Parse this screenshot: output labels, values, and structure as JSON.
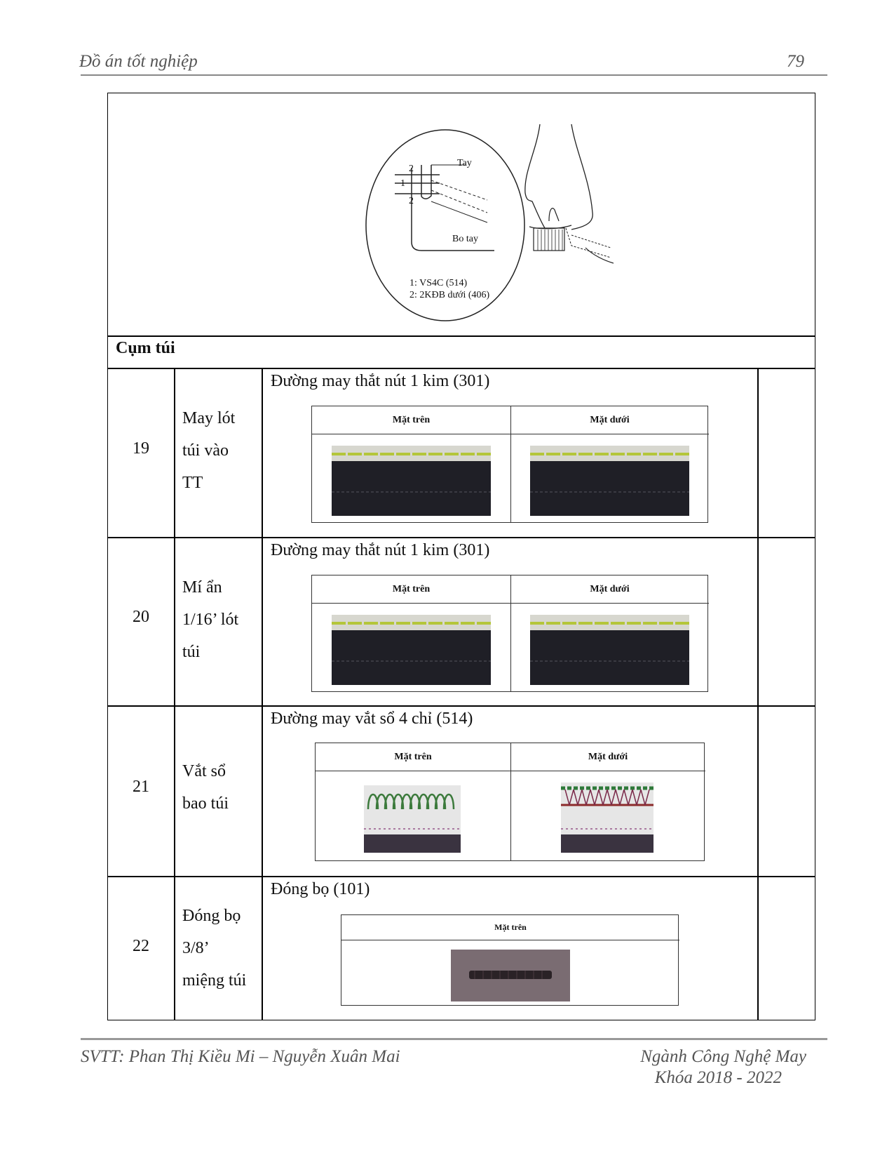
{
  "header": {
    "title": "Đồ án tốt nghiệp",
    "page_number": "79"
  },
  "diagram": {
    "label_tay": "Tay",
    "label_bo_tay": "Bo tay",
    "marks": [
      "2",
      "1",
      "2"
    ],
    "legend_1": "1: VS4C (514)",
    "legend_2": "2: 2KĐB dưới (406)"
  },
  "section_title": "Cụm túi",
  "rows": [
    {
      "num": "19",
      "name_lines": [
        "May lót",
        "túi vào",
        "TT"
      ],
      "stitch": "Đường may thắt nút 1 kim (301)",
      "col1": "Mặt trên",
      "col2": "Mặt dưới"
    },
    {
      "num": "20",
      "name_lines": [
        "Mí ẩn",
        "1/16’ lót",
        "túi"
      ],
      "stitch": "Đường may thắt nút 1 kim (301)",
      "col1": "Mặt trên",
      "col2": "Mặt dưới"
    },
    {
      "num": "21",
      "name_lines": [
        "Vắt sổ",
        "bao túi"
      ],
      "stitch": "Đường may vắt sổ 4 chỉ (514)",
      "col1": "Mặt trên",
      "col2": "Mặt dưới"
    },
    {
      "num": "22",
      "name_lines": [
        "Đóng bọ",
        "3/8’",
        "miệng túi"
      ],
      "stitch": "Đóng bọ (101)",
      "col1": "Mặt trên"
    }
  ],
  "footer": {
    "students": "SVTT: Phan Thị Kiều Mi – Nguyễn Xuân Mai",
    "major": "Ngành Công Nghệ May",
    "course": "Khóa 2018 - 2022"
  }
}
